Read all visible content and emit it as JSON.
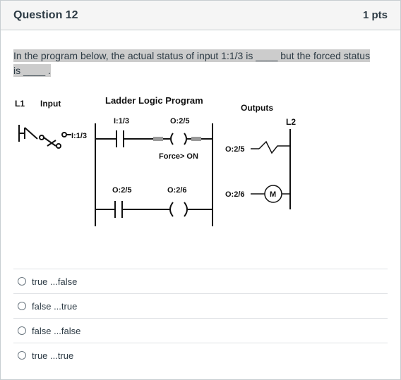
{
  "question": {
    "title": "Question 12",
    "points": "1 pts",
    "prompt_line1": "In the program below, the actual status of input 1:1/3 is ____ but the forced status",
    "prompt_line2": "is ____ ."
  },
  "diagram": {
    "l1": "L1",
    "input_header": "Input",
    "program_header": "Ladder Logic Program",
    "outputs_header": "Outputs",
    "l2": "L2",
    "switch_label": "I:1/3",
    "rung1_contact": "I:1/3",
    "rung1_coil": "O:2/5",
    "force_note": "Force> ON",
    "rung2_contact": "O:2/5",
    "rung2_coil": "O:2/6",
    "out1": "O:2/5",
    "out2": "O:2/6",
    "motor": "M"
  },
  "answers": [
    {
      "label": "true ...false"
    },
    {
      "label": "false ...true"
    },
    {
      "label": "false ...false"
    },
    {
      "label": "true ...true"
    }
  ]
}
